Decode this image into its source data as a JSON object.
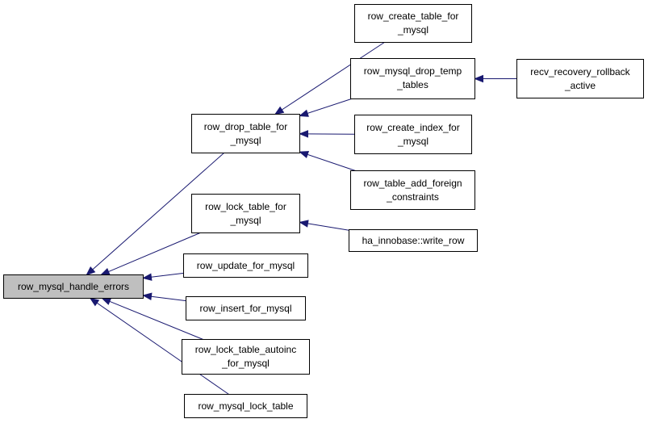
{
  "diagram": {
    "colors": {
      "edge": "#191970",
      "focus_fill": "#bfbfbf",
      "node_border": "#000000"
    },
    "nodes": {
      "n_handle_errors": {
        "lines": [
          "row_mysql_handle_errors"
        ]
      },
      "n_drop_table": {
        "lines": [
          "row_drop_table_for",
          "_mysql"
        ]
      },
      "n_lock_table": {
        "lines": [
          "row_lock_table_for",
          "_mysql"
        ]
      },
      "n_update": {
        "lines": [
          "row_update_for_mysql"
        ]
      },
      "n_insert": {
        "lines": [
          "row_insert_for_mysql"
        ]
      },
      "n_lock_autoinc": {
        "lines": [
          "row_lock_table_autoinc",
          "_for_mysql"
        ]
      },
      "n_mysql_lock_table": {
        "lines": [
          "row_mysql_lock_table"
        ]
      },
      "n_create_table": {
        "lines": [
          "row_create_table_for",
          "_mysql"
        ]
      },
      "n_drop_temp": {
        "lines": [
          "row_mysql_drop_temp",
          "_tables"
        ]
      },
      "n_create_index": {
        "lines": [
          "row_create_index_for",
          "_mysql"
        ]
      },
      "n_add_foreign": {
        "lines": [
          "row_table_add_foreign",
          "_constraints"
        ]
      },
      "n_write_row": {
        "lines": [
          "ha_innobase::write_row"
        ]
      },
      "n_recv_rollback": {
        "lines": [
          "recv_recovery_rollback",
          "_active"
        ]
      }
    },
    "edges": [
      {
        "from": "n_drop_table",
        "to": "n_handle_errors"
      },
      {
        "from": "n_lock_table",
        "to": "n_handle_errors"
      },
      {
        "from": "n_update",
        "to": "n_handle_errors"
      },
      {
        "from": "n_insert",
        "to": "n_handle_errors"
      },
      {
        "from": "n_lock_autoinc",
        "to": "n_handle_errors"
      },
      {
        "from": "n_mysql_lock_table",
        "to": "n_handle_errors"
      },
      {
        "from": "n_create_table",
        "to": "n_drop_table"
      },
      {
        "from": "n_drop_temp",
        "to": "n_drop_table"
      },
      {
        "from": "n_create_index",
        "to": "n_drop_table"
      },
      {
        "from": "n_add_foreign",
        "to": "n_drop_table"
      },
      {
        "from": "n_write_row",
        "to": "n_lock_table"
      },
      {
        "from": "n_recv_rollback",
        "to": "n_drop_temp"
      }
    ]
  }
}
